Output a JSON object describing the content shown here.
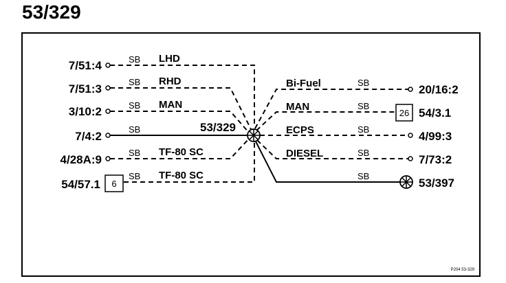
{
  "title": "53/329",
  "center_node": {
    "label": "53/329"
  },
  "left_connections": [
    {
      "endpoint": "7/51:4",
      "wire": "SB",
      "tag": "LHD"
    },
    {
      "endpoint": "7/51:3",
      "wire": "SB",
      "tag": "RHD"
    },
    {
      "endpoint": "3/10:2",
      "wire": "SB",
      "tag": "MAN"
    },
    {
      "endpoint": "7/4:2",
      "wire": "SB",
      "tag": ""
    },
    {
      "endpoint": "4/28A:9",
      "wire": "SB",
      "tag": "TF-80 SC"
    },
    {
      "endpoint": "54/57.1",
      "wire": "SB",
      "tag": "TF-80 SC",
      "box": "6"
    }
  ],
  "right_connections": [
    {
      "endpoint": "20/16:2",
      "wire": "SB",
      "tag": "Bi-Fuel"
    },
    {
      "endpoint": "54/3.1",
      "wire": "SB",
      "tag": "MAN",
      "box": "26"
    },
    {
      "endpoint": "4/99:3",
      "wire": "SB",
      "tag": "ECPS"
    },
    {
      "endpoint": "7/73:2",
      "wire": "SB",
      "tag": "DIESEL"
    },
    {
      "endpoint": "53/397",
      "wire": "SB",
      "tag": ""
    }
  ],
  "reference_code": "P204 53-329"
}
